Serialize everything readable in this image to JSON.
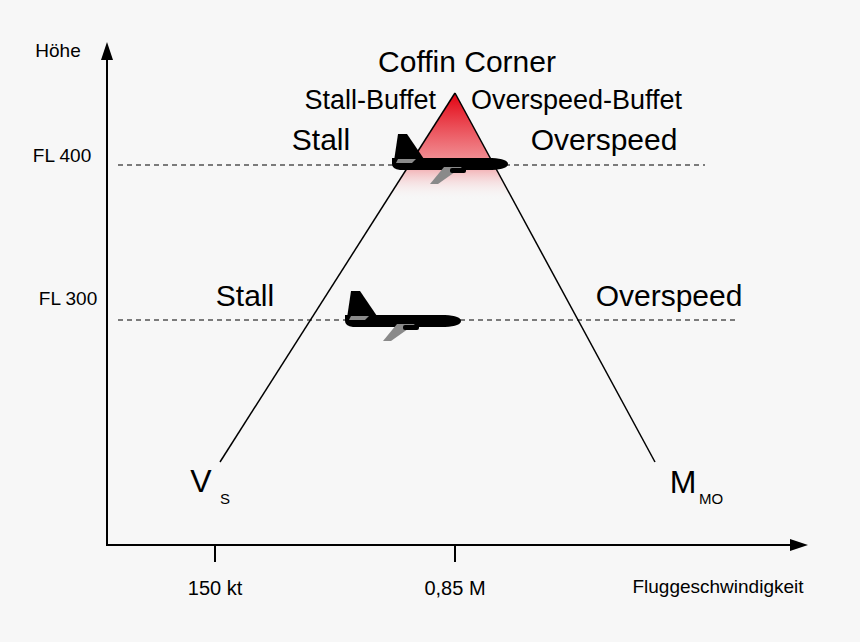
{
  "diagram": {
    "labels": [
      "Höhe",
      "Coffin Corner",
      "Stall-Buffet",
      "Overspeed-Buffet",
      "Stall",
      "Overspeed",
      "FL 400",
      "Stall",
      "Overspeed",
      "FL 300",
      "V",
      "S",
      "M",
      "MO",
      "150 kt",
      "0,85 M",
      "Fluggeschwindigkeit"
    ]
  }
}
